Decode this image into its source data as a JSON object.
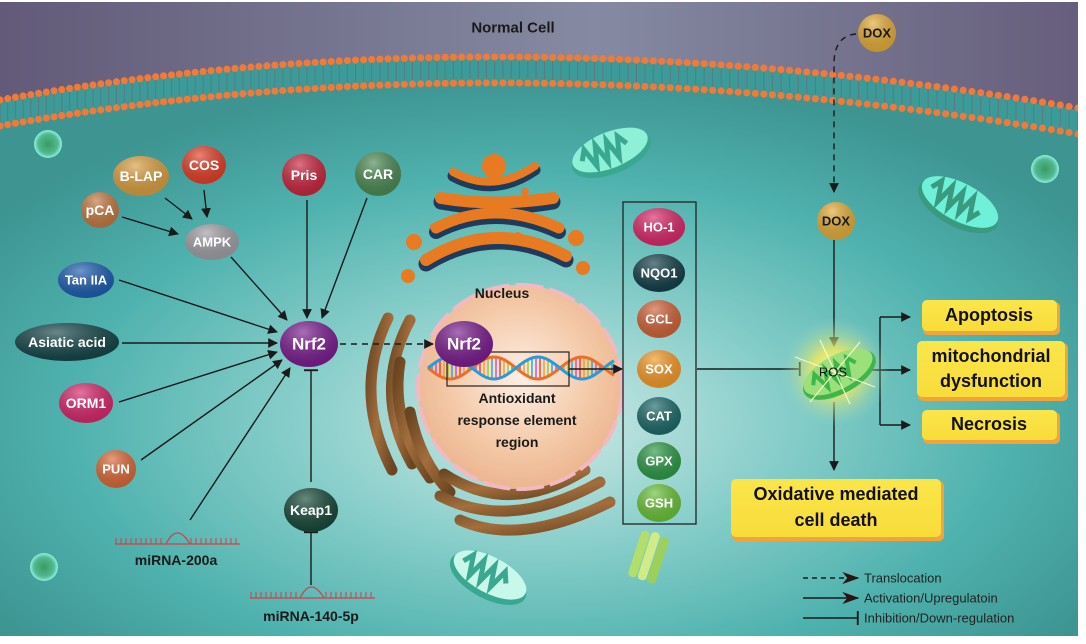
{
  "title": "Normal Cell",
  "external": {
    "dox_outside": "DOX",
    "dox_inside": "DOX"
  },
  "colors": {
    "extracellular": "#6b6585",
    "cytoplasm": "#4eb3b0",
    "membrane_head": "#f07a3a",
    "nucleus": "#f3c9a8",
    "nrf2": "#7b1f8f",
    "outcome_box": "#fbe64a"
  },
  "activators": [
    {
      "id": "blap",
      "label": "B-LAP",
      "color": "#d9a042"
    },
    {
      "id": "cos",
      "label": "COS",
      "color": "#e2402a"
    },
    {
      "id": "pca",
      "label": "pCA",
      "color": "#c27a44"
    },
    {
      "id": "ampk",
      "label": "AMPK",
      "color": "#a0a0a6"
    },
    {
      "id": "tan",
      "label": "Tan IIA",
      "color": "#1f5fb0"
    },
    {
      "id": "asiatic",
      "label": "Asiatic acid",
      "color": "#17474a"
    },
    {
      "id": "orm1",
      "label": "ORM1",
      "color": "#d62a6a"
    },
    {
      "id": "pun",
      "label": "PUN",
      "color": "#d96a3a"
    },
    {
      "id": "pris",
      "label": "Pris",
      "color": "#c8283f"
    },
    {
      "id": "car",
      "label": "CAR",
      "color": "#4d8a55"
    }
  ],
  "nrf2_cytoplasm": "Nrf2",
  "nrf2_nucleus": "Nrf2",
  "keap1": "Keap1",
  "mirna_200a": "miRNA-200a",
  "mirna_140": "miRNA-140-5p",
  "nucleus": {
    "title": "Nucleus",
    "are_line1": "Antioxidant",
    "are_line2": "response element",
    "are_line3": "region"
  },
  "antioxidant_genes": [
    {
      "label": "HO-1",
      "color": "#d92a6a"
    },
    {
      "label": "NQO1",
      "color": "#16404a"
    },
    {
      "label": "GCL",
      "color": "#d0643a"
    },
    {
      "label": "SOX",
      "color": "#f39a2a"
    },
    {
      "label": "CAT",
      "color": "#1f6a6a"
    },
    {
      "label": "GPX",
      "color": "#2f9a48"
    },
    {
      "label": "GSH",
      "color": "#6cc23a"
    }
  ],
  "ros_label": "ROS",
  "outcomes": {
    "apoptosis": "Apoptosis",
    "mito_line1": "mitochondrial",
    "mito_line2": "dysfunction",
    "necrosis": "Necrosis",
    "death_line1": "Oxidative mediated",
    "death_line2": "cell death"
  },
  "legend": [
    {
      "type": "translocation",
      "label": "Translocation"
    },
    {
      "type": "activation",
      "label": "Activation/Upregulatoin"
    },
    {
      "type": "inhibition",
      "label": "Inhibition/Down-regulation"
    }
  ]
}
